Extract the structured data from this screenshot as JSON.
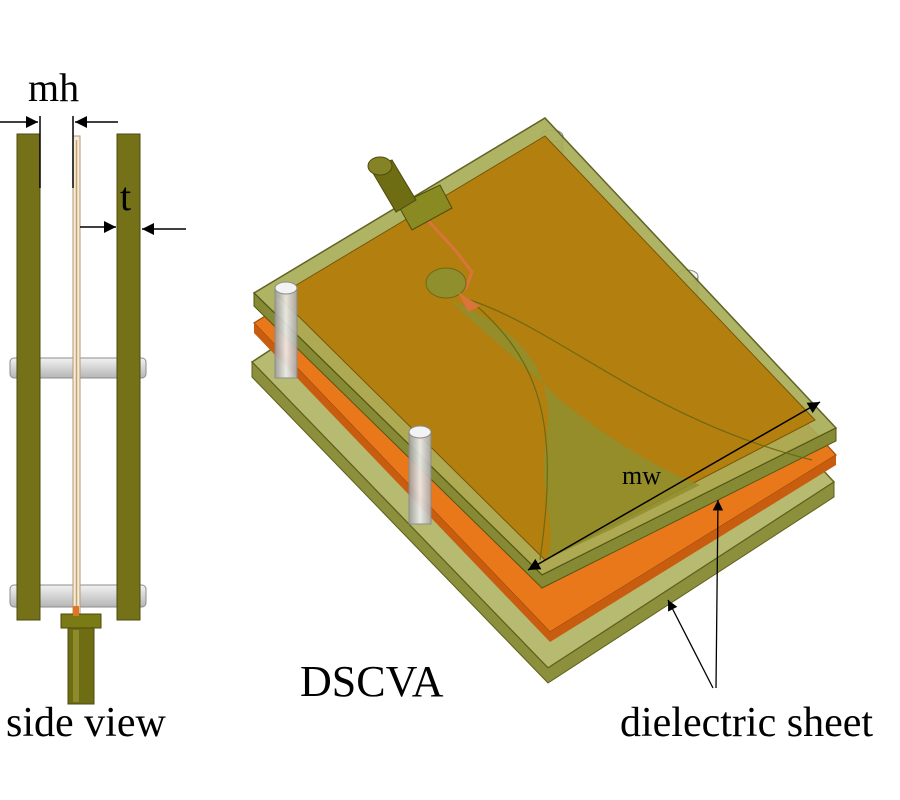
{
  "labels": {
    "mh": "mh",
    "t": "t",
    "mw": "mw",
    "side_view": "side view",
    "dscva": "DSCVA",
    "dielectric_sheet": "dielectric sheet"
  },
  "colors": {
    "olive_plate": "#6b6a12",
    "olive_light": "#8f8f2e",
    "translucent_sheet": "#a8ad5a",
    "copper_patch": "#b07d10",
    "orange_edge": "#f07a1a",
    "post_gray": "#c9c9c9",
    "feed_line": "#d9b98c"
  }
}
